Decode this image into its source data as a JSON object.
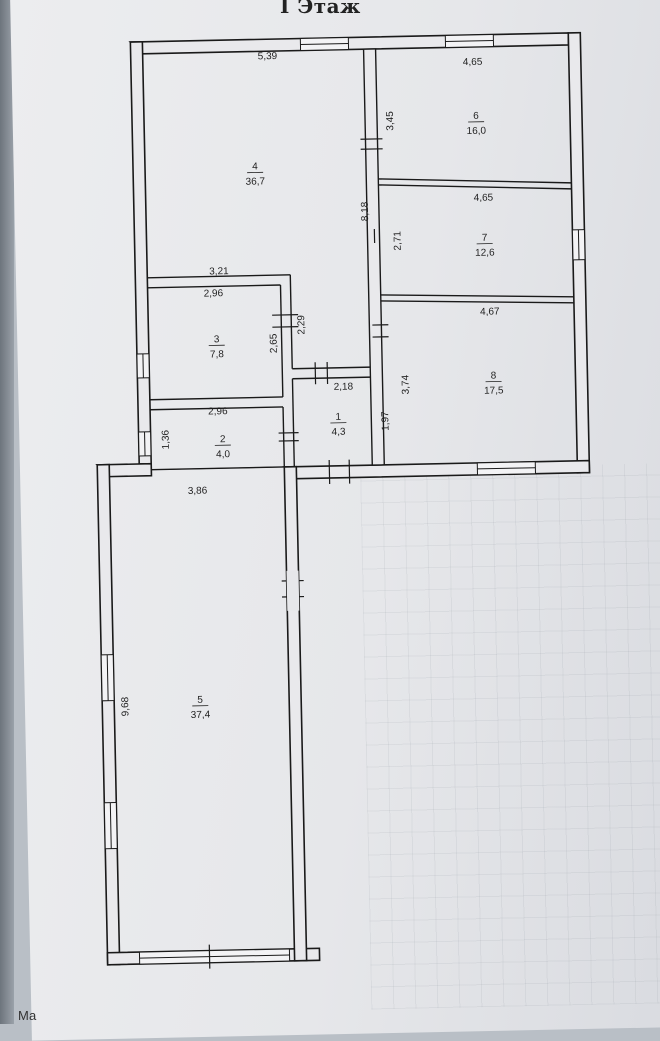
{
  "page": {
    "title": "I Этаж",
    "footer_fragment": "Ма"
  },
  "dimensions": {
    "d_539": "5,39",
    "d_465a": "4,65",
    "d_465b": "4,65",
    "d_467": "4,67",
    "d_345": "3,45",
    "d_818": "8,18",
    "d_271": "2,71",
    "d_321": "3,21",
    "d_296a": "2,96",
    "d_229": "2,29",
    "d_265": "2,65",
    "d_374": "3,74",
    "d_218": "2,18",
    "d_296b": "2,96",
    "d_136": "1,36",
    "d_197": "1,97",
    "d_386": "3,86",
    "d_968": "9,68"
  },
  "rooms": [
    {
      "number": "1",
      "area": "4,3"
    },
    {
      "number": "2",
      "area": "4,0"
    },
    {
      "number": "3",
      "area": "7,8"
    },
    {
      "number": "4",
      "area": "36,7"
    },
    {
      "number": "5",
      "area": "37,4"
    },
    {
      "number": "6",
      "area": "16,0"
    },
    {
      "number": "7",
      "area": "12,6"
    },
    {
      "number": "8",
      "area": "17,5"
    }
  ]
}
